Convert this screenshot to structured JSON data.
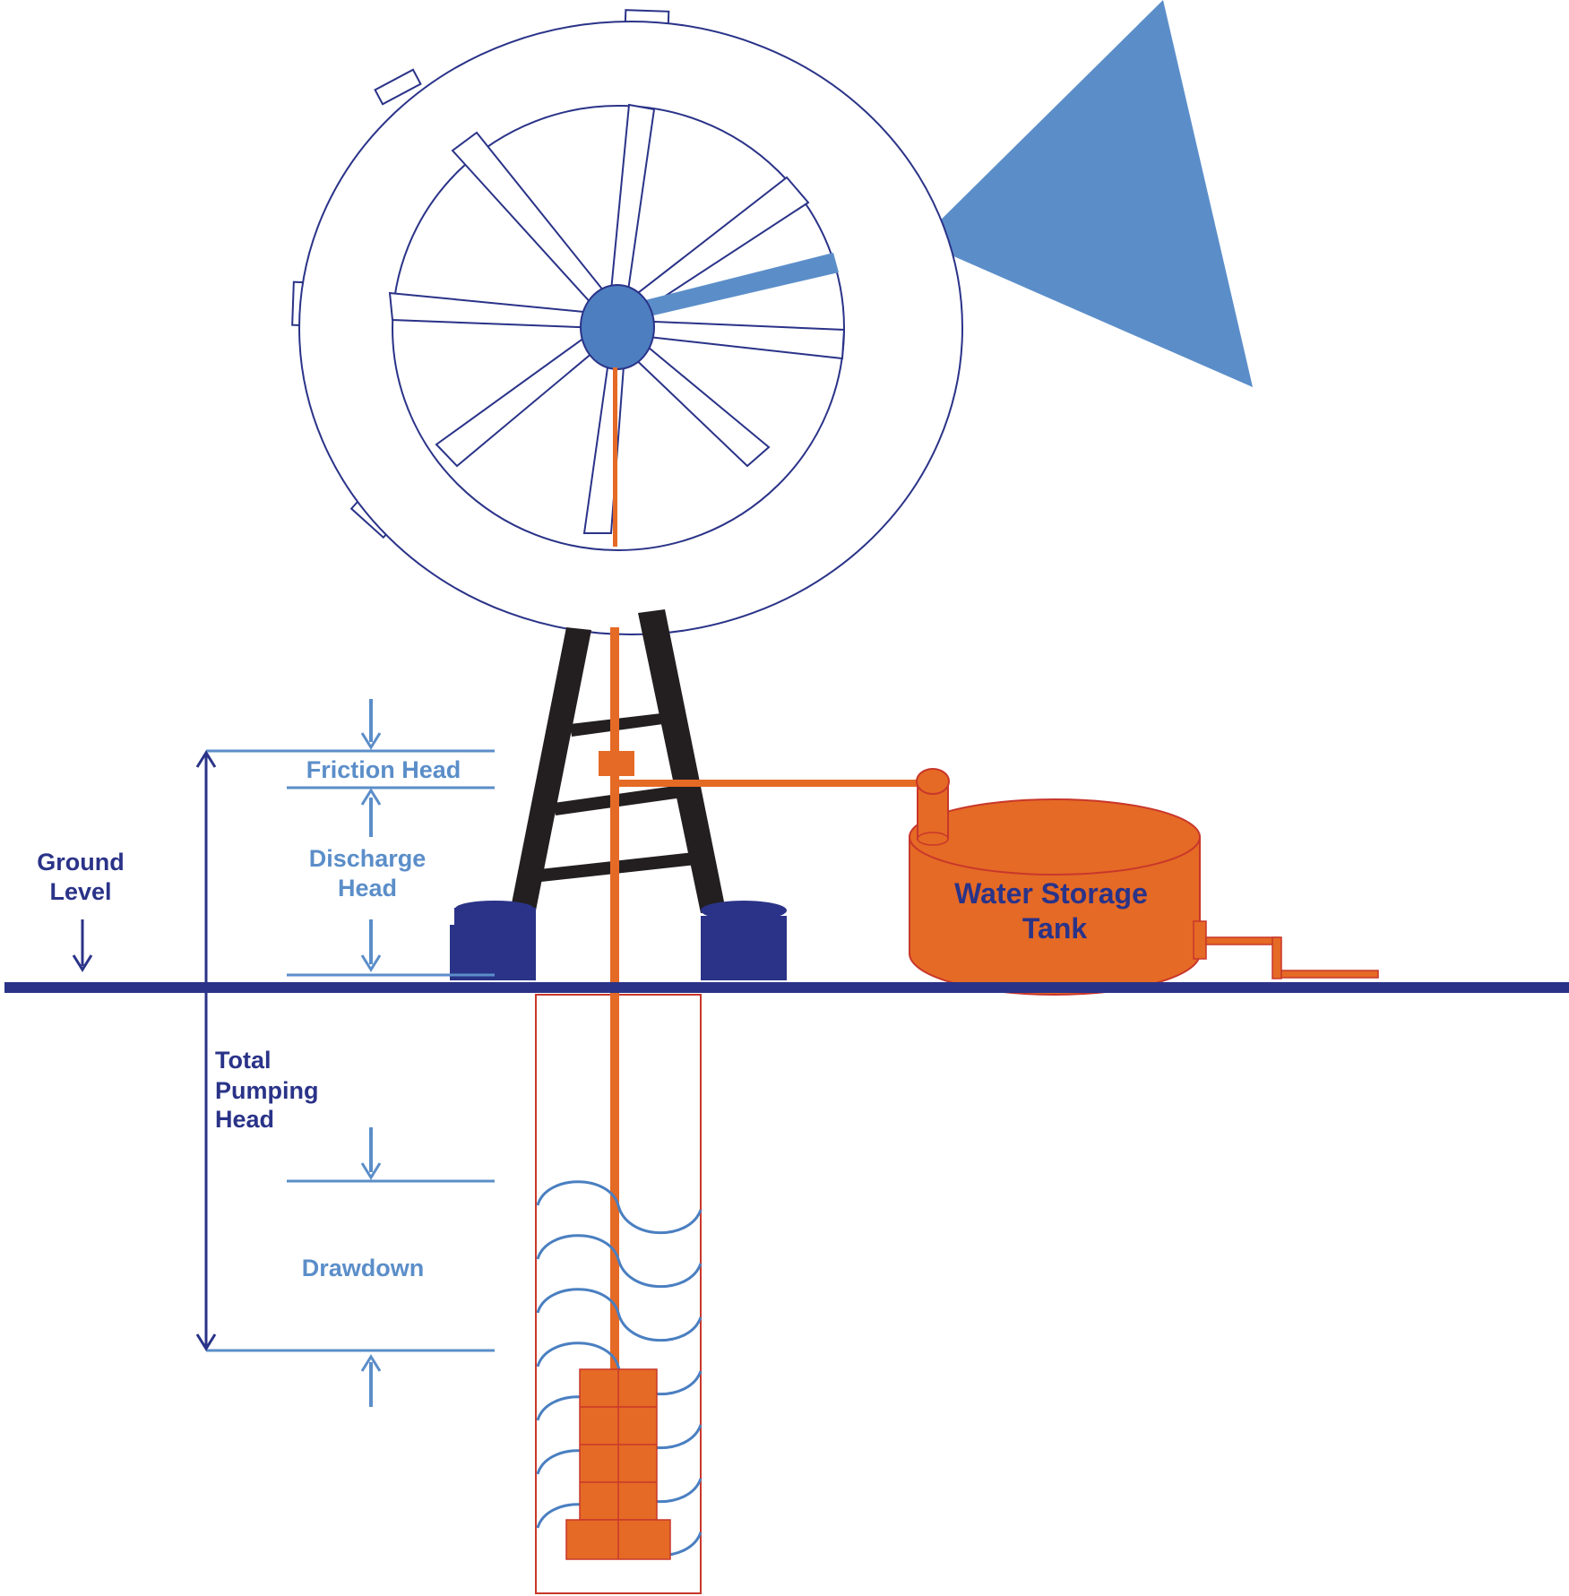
{
  "labels": {
    "friction_head": "Friction Head",
    "discharge_head_line1": "Discharge",
    "discharge_head_line2": "Head",
    "ground_level_line1": "Ground",
    "ground_level_line2": "Level",
    "total_pumping_head_line1": "Total",
    "total_pumping_head_line2": "Pumping",
    "total_pumping_head_line3": "Head",
    "drawdown": "Drawdown",
    "tank_line1": "Water Storage",
    "tank_line2": "Tank"
  },
  "colors": {
    "navy": "#2a3388",
    "light_blue": "#5b8ec9",
    "orange": "#e56a25",
    "red_outline": "#c8372b",
    "tower_black": "#231f20",
    "water_wave": "#4a7fc1",
    "hub": "#4d7ec0"
  }
}
